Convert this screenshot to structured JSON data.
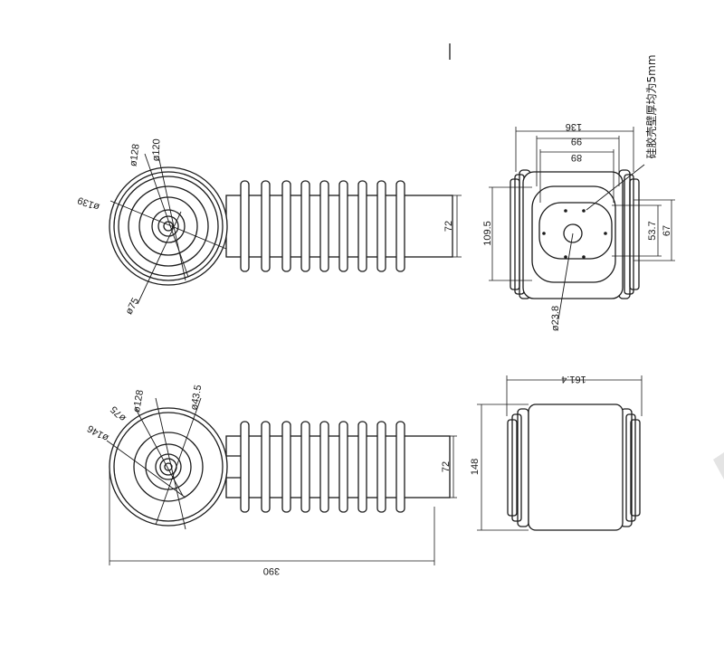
{
  "note": "硅胶壳壁厚均为5mm",
  "top_view": {
    "dims": {
      "d139": "ø139",
      "d128": "ø128",
      "d120": "ø120",
      "d75": "ø75",
      "h72": "72"
    }
  },
  "side_view": {
    "dims": {
      "w136": "136",
      "w99": "99",
      "w89": "89",
      "h109_5": "109.5",
      "h53_7": "53.7",
      "h67": "67",
      "d23_8": "ø23.8"
    }
  },
  "bottom_view": {
    "dims": {
      "d146": "ø146",
      "d75": "ø75",
      "d128": "ø128",
      "d43_5": "ø43.5",
      "h72": "72",
      "w390": "390"
    }
  },
  "end_view": {
    "dims": {
      "w161_4": "161.4",
      "h148": "148"
    }
  },
  "colors": {
    "line": "#1a1a1a",
    "background": "#ffffff"
  }
}
